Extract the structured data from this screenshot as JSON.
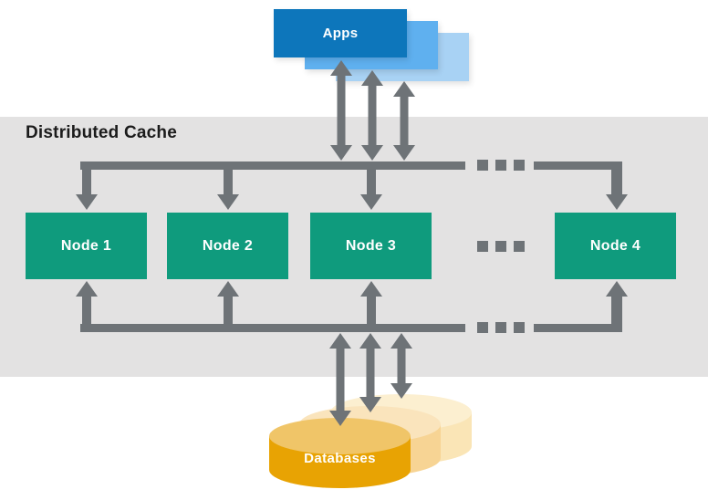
{
  "title": "Distributed Cache",
  "apps": {
    "label": "Apps"
  },
  "nodes": [
    "Node 1",
    "Node 2",
    "Node 3",
    "Node 4"
  ],
  "databases": {
    "label": "Databases"
  },
  "colors": {
    "band_gray": "#E3E2E2",
    "connector_gray": "#6E7377",
    "node_green": "#0F9B7D",
    "app_blue_front": "#0D76BB",
    "app_blue_middle": "#5FB0EF",
    "app_blue_back": "#A8D2F4",
    "db_gold_body": "#E8A303",
    "db_gold_top": "#F0C568",
    "db_cream_middle": "#F7D494",
    "db_cream_back": "#FAE5B6",
    "label_text": "#FFFFFF"
  }
}
